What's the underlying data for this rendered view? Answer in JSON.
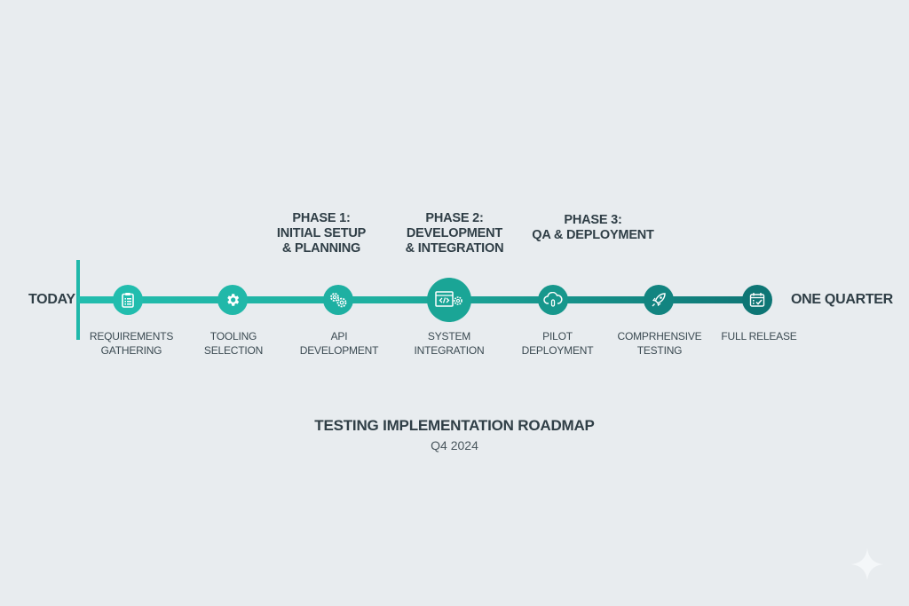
{
  "diagram": {
    "title": "TESTING IMPLEMENTATION ROADMAP",
    "subtitle": "Q4 2024",
    "start_label": "TODAY",
    "end_label": "ONE QUARTER",
    "phases": [
      {
        "line1": "PHASE 1:",
        "line2": "INITIAL SETUP",
        "line3": "& PLANNING"
      },
      {
        "line1": "PHASE 2:",
        "line2": "DEVELOPMENT",
        "line3": "& INTEGRATION"
      },
      {
        "line1": "PHASE 3:",
        "line2": "QA & DEPLOYMENT"
      }
    ],
    "milestones": [
      {
        "line1": "REQUIREMENTS",
        "line2": "GATHERING",
        "icon": "clipboard-icon",
        "color": "#22bdae"
      },
      {
        "line1": "TOOLING",
        "line2": "SELECTION",
        "icon": "gear-icon",
        "color": "#21b8a9"
      },
      {
        "line1": "API",
        "line2": "DEVELOPMENT",
        "icon": "gears-icon",
        "color": "#1eb0a2"
      },
      {
        "line1": "SYSTEM",
        "line2": "INTEGRATION",
        "icon": "code-window-gear-icon",
        "color": "#1aa596"
      },
      {
        "line1": "PILOT",
        "line2": "DEPLOYMENT",
        "icon": "cloud-upload-icon",
        "color": "#17978c"
      },
      {
        "line1": "COMPRHENSIVE",
        "line2": "TESTING",
        "icon": "rocket-icon",
        "color": "#128480"
      },
      {
        "line1": "FULL RELEASE",
        "line2": "",
        "icon": "calendar-check-icon",
        "color": "#0e7675"
      }
    ],
    "line_colors": {
      "start": "#22bdae",
      "end": "#0f7676"
    },
    "background": "#e8ecef",
    "text_color": "#2f3e46"
  }
}
